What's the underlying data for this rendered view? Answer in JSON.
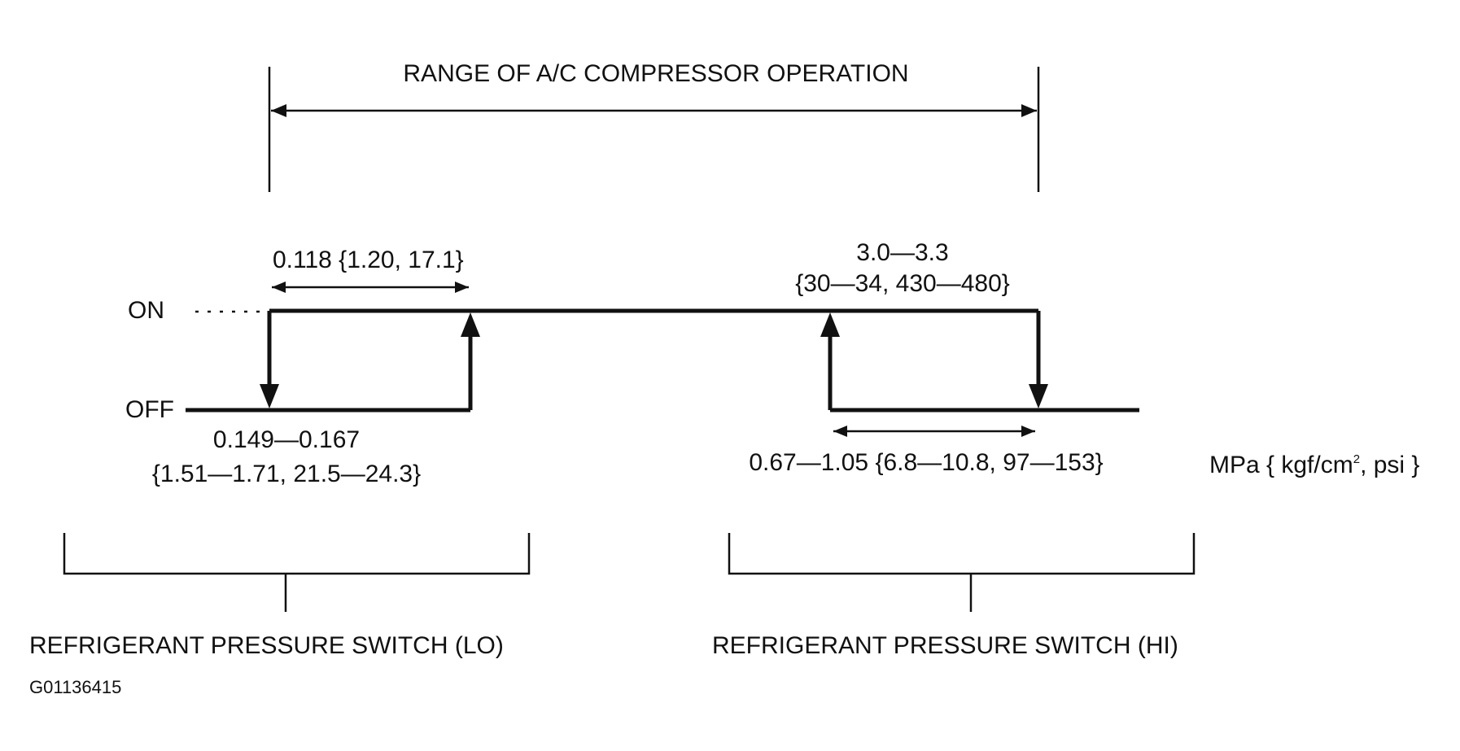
{
  "range_label": "RANGE OF A/C COMPRESSOR OPERATION",
  "state_on": "ON",
  "state_off": "OFF",
  "lo_switch": {
    "hysteresis": "0.118 {1.20, 17.1}",
    "off_value_line1": "0.149—0.167",
    "off_value_line2": "{1.51—1.71, 21.5—24.3}",
    "label": "REFRIGERANT PRESSURE SWITCH (LO)"
  },
  "hi_switch": {
    "off_value_line1": "3.0—3.3",
    "off_value_line2": "{30—34, 430—480}",
    "hysteresis": "0.67—1.05 {6.8—10.8, 97—153}",
    "label": "REFRIGERANT PRESSURE SWITCH (HI)"
  },
  "units": {
    "prefix": "MPa { kgf/cm",
    "superscript": "2",
    "suffix": ", psi }"
  },
  "figure_code": "G01136415"
}
